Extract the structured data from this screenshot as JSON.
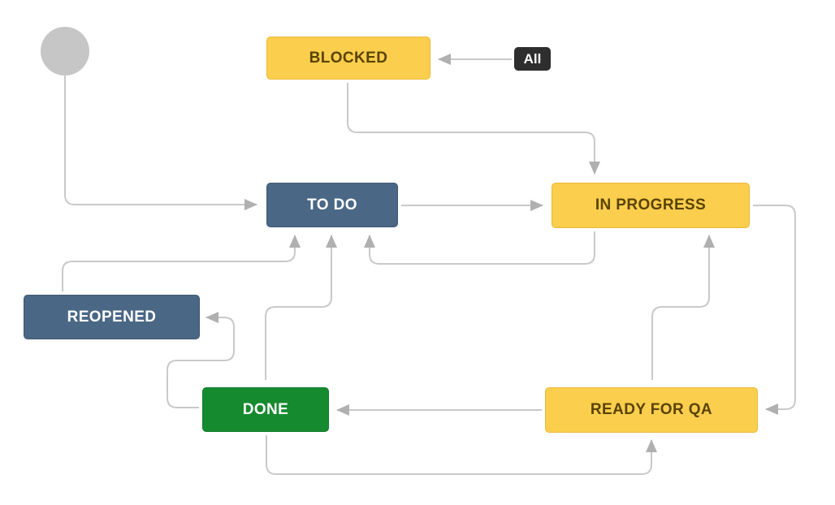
{
  "colors": {
    "background": "#FFFFFF",
    "status_yellow": "#FBCE4D",
    "status_yellow_text": "#594300",
    "status_yellow_border": "#EAB93A",
    "status_navy": "#4A6785",
    "status_navy_border": "#3E5871",
    "status_green": "#168A2F",
    "status_green_border": "#117A28",
    "status_text_light": "#FFFFFF",
    "edge_line": "#C9C9C9",
    "edge_arrow": "#B0B0B0",
    "start_node": "#C6C6C6",
    "all_badge_bg": "#2E2E2E",
    "all_badge_text": "#FFFFFF"
  },
  "diagram": {
    "all_label": "All",
    "statuses": {
      "blocked": {
        "label": "BLOCKED",
        "category": "yellow"
      },
      "todo": {
        "label": "TO DO",
        "category": "navy"
      },
      "in_progress": {
        "label": "IN PROGRESS",
        "category": "yellow"
      },
      "reopened": {
        "label": "REOPENED",
        "category": "navy"
      },
      "done": {
        "label": "DONE",
        "category": "green"
      },
      "ready_for_qa": {
        "label": "READY FOR QA",
        "category": "yellow"
      }
    },
    "transitions": [
      {
        "from": "start",
        "to": "todo"
      },
      {
        "from": "all",
        "to": "blocked"
      },
      {
        "from": "blocked",
        "to": "in_progress"
      },
      {
        "from": "todo",
        "to": "in_progress"
      },
      {
        "from": "in_progress",
        "to": "todo"
      },
      {
        "from": "reopened",
        "to": "todo"
      },
      {
        "from": "done",
        "to": "todo"
      },
      {
        "from": "in_progress",
        "to": "ready_for_qa"
      },
      {
        "from": "ready_for_qa",
        "to": "in_progress"
      },
      {
        "from": "ready_for_qa",
        "to": "done"
      },
      {
        "from": "done",
        "to": "reopened"
      },
      {
        "from": "done",
        "to": "ready_for_qa"
      }
    ]
  }
}
